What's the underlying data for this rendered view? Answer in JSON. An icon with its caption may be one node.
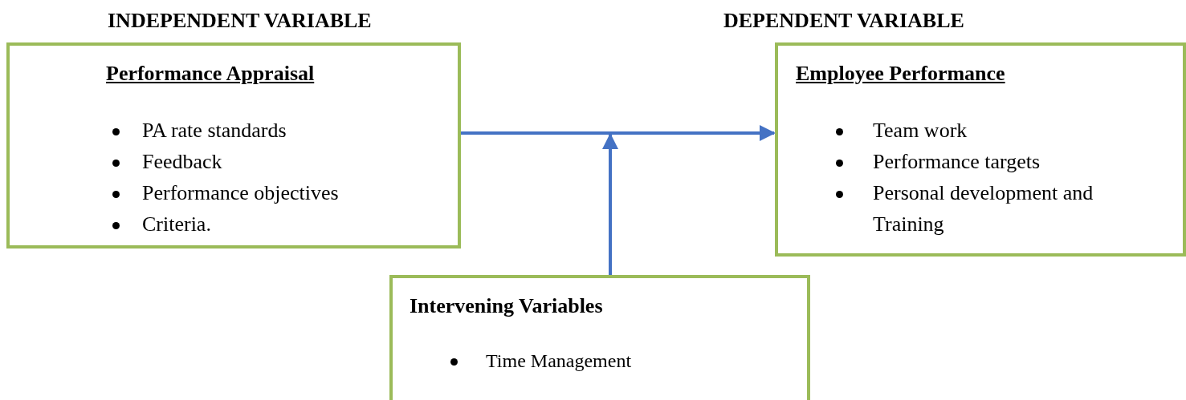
{
  "diagram": {
    "nodes": [
      {
        "text": [
          "INDEPENDENT VARIABLE",
          "Performance Appraisal",
          "PA rate standards",
          "Feedback",
          "Performance objectives",
          "Criteria."
        ]
      },
      {
        "text": [
          "DEPENDENT VARIABLE",
          "Employee Performance",
          "Team work",
          "Performance targets",
          "Personal development and Training"
        ]
      },
      {
        "text": [
          "Intervening Variables",
          "Time Management"
        ]
      }
    ],
    "edges": [
      {
        "from": 0,
        "to": 1,
        "arrow": "to"
      },
      {
        "from": 2,
        "to": null,
        "arrow": "to"
      }
    ]
  }
}
